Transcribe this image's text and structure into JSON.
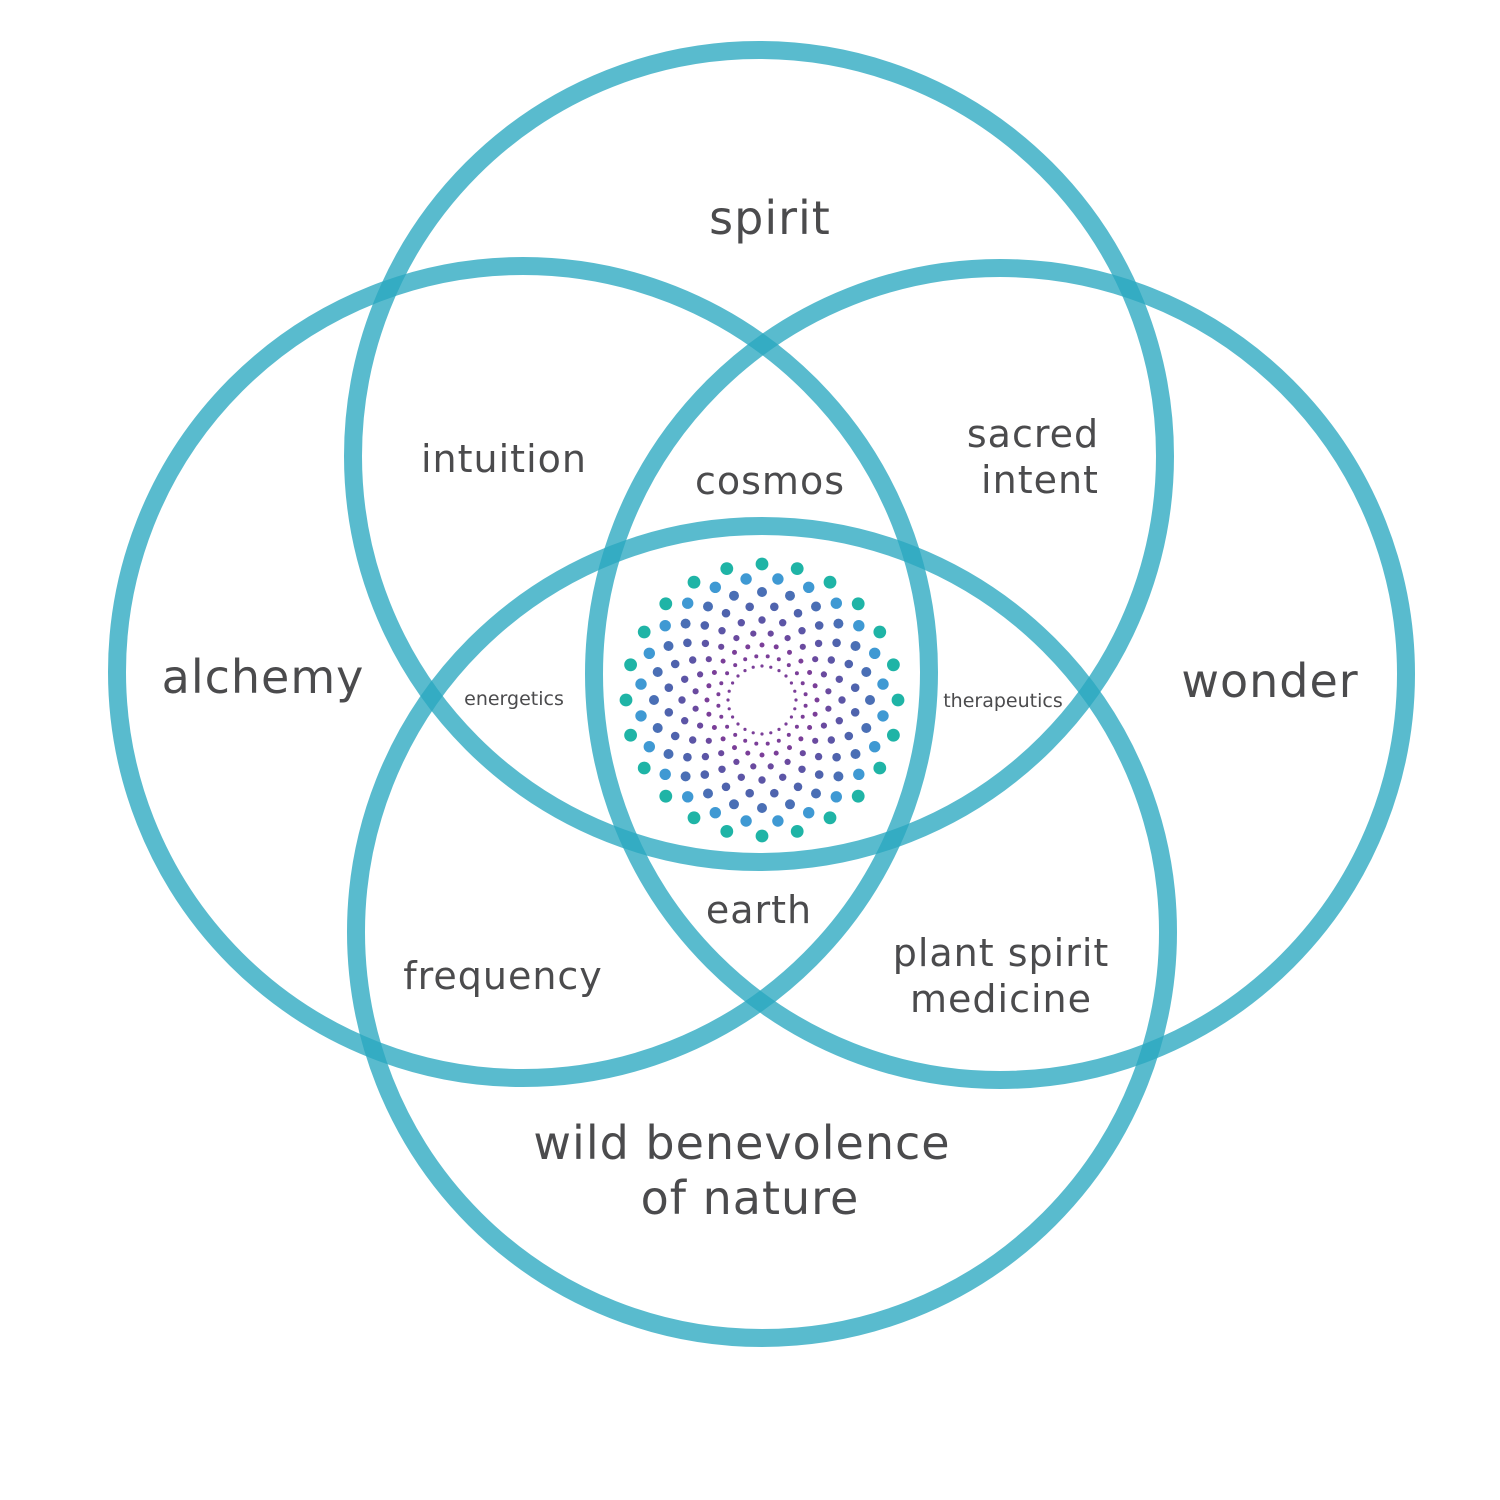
{
  "diagram": {
    "type": "four-circle venn",
    "ring_color": "#2aa8c0",
    "text_color": "#4b4b4d",
    "circles": [
      {
        "id": "top",
        "label_lines": [
          "spirit"
        ]
      },
      {
        "id": "left",
        "label_lines": [
          "alchemy"
        ]
      },
      {
        "id": "right",
        "label_lines": [
          "wonder"
        ]
      },
      {
        "id": "bottom",
        "label_lines": [
          "wild benevolence",
          "of nature"
        ]
      }
    ],
    "intersections": [
      {
        "id": "top-left",
        "label_lines": [
          "intuition"
        ]
      },
      {
        "id": "top-center",
        "label_lines": [
          "cosmos"
        ]
      },
      {
        "id": "top-right",
        "label_lines": [
          "sacred",
          "intent"
        ]
      },
      {
        "id": "left-center",
        "label_lines": [
          "energetics"
        ]
      },
      {
        "id": "right-center",
        "label_lines": [
          "therapeutics"
        ]
      },
      {
        "id": "bottom-left",
        "label_lines": [
          "frequency"
        ]
      },
      {
        "id": "bottom-center",
        "label_lines": [
          "earth"
        ]
      },
      {
        "id": "bottom-right",
        "label_lines": [
          "plant spirit",
          "medicine"
        ]
      }
    ],
    "center_emblem": {
      "name": "dot mandala",
      "colors": {
        "inner": "#7a3e98",
        "middle": "#4f63ad",
        "outer_blue": "#3f99d3",
        "outer": "#1fb4a6"
      }
    }
  }
}
